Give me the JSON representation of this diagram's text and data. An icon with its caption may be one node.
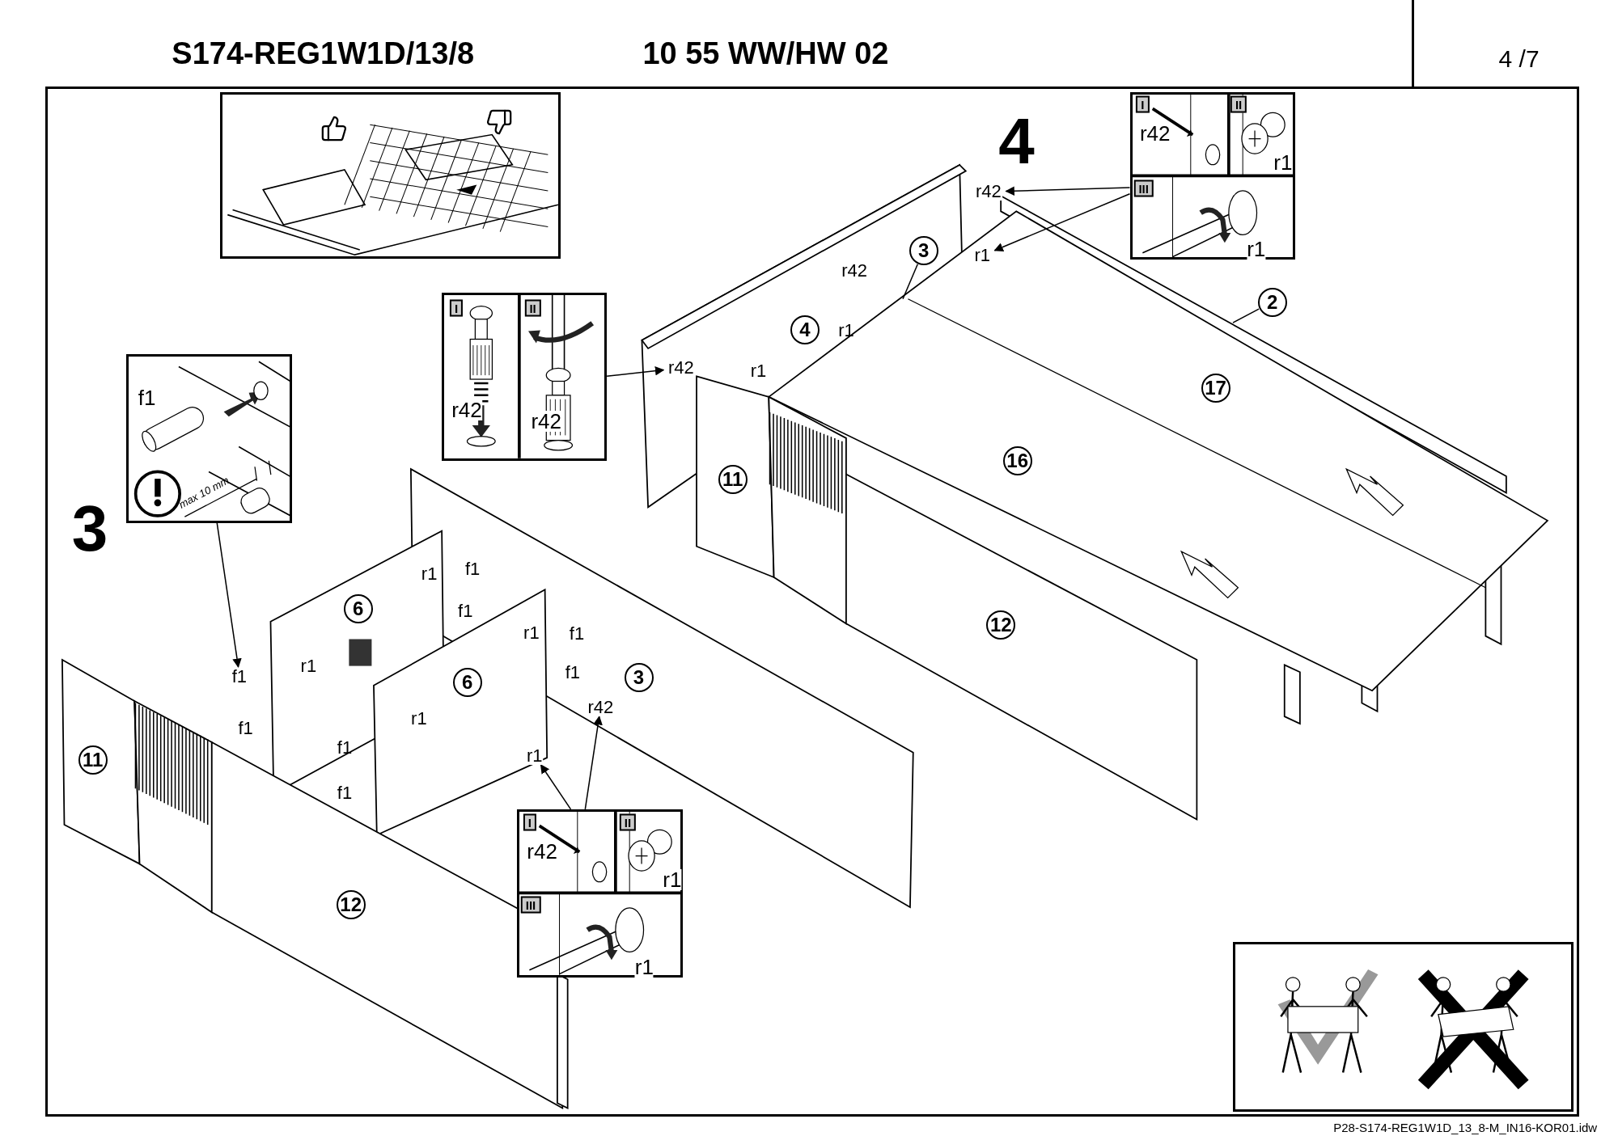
{
  "diagram": {
    "nodes": [
      {
        "text": [],
        "shape": "picture"
      },
      {
        "text": [
          "f1",
          "max 10 mm"
        ]
      },
      {
        "text": [
          "I",
          "II",
          "r42",
          "r42"
        ]
      },
      {
        "text": [
          "I",
          "II",
          "r42",
          "r1",
          "III",
          "r1"
        ]
      },
      {
        "text": [
          "I",
          "II",
          "r42",
          "r1",
          "III",
          "r1"
        ]
      },
      {
        "text": [],
        "shape": "picture"
      },
      {
        "text": [
          "3"
        ]
      },
      {
        "text": [
          "2"
        ]
      },
      {
        "text": [
          "r42"
        ]
      },
      {
        "text": [
          "r1"
        ]
      },
      {
        "text": [
          "4"
        ]
      },
      {
        "text": [
          "r42"
        ]
      },
      {
        "text": [
          "17"
        ]
      },
      {
        "text": [
          "16"
        ]
      },
      {
        "text": [
          "11"
        ]
      },
      {
        "text": [
          "6"
        ]
      },
      {
        "text": [
          "12"
        ]
      },
      {
        "text": [
          "f1"
        ]
      },
      {
        "text": [
          "3"
        ]
      },
      {
        "text": [
          "6"
        ]
      },
      {
        "text": [
          "r42"
        ]
      },
      {
        "text": [
          "r1"
        ]
      },
      {
        "text": [
          "11"
        ]
      },
      {
        "text": [
          "12"
        ]
      }
    ],
    "edges": [
      {
        "from": 1,
        "to": 17,
        "arrow": "to"
      },
      {
        "from": 2,
        "to": 11,
        "arrow": "to"
      },
      {
        "from": 3,
        "to": 8,
        "arrow": "to"
      },
      {
        "from": 3,
        "to": 9,
        "arrow": "to"
      },
      {
        "from": 4,
        "to": 21,
        "arrow": "to"
      },
      {
        "from": 4,
        "to": 20,
        "arrow": "to"
      },
      {
        "from": 6,
        "to": null,
        "arrow": "none"
      },
      {
        "from": 7,
        "to": null,
        "arrow": "none"
      }
    ],
    "labels": [
      "S174-REG1W1D/13/8",
      "10 55 WW/HW 02",
      "4 /7",
      "4",
      "r42",
      "r1",
      "r1",
      "3",
      "r1",
      "f1",
      "f1",
      "r1",
      "f1",
      "r1",
      "f1",
      "f1",
      "r1",
      "f1",
      "f1",
      "P28-S174-REG1W1D_13_8-M_IN16-KOR01.idw"
    ]
  }
}
